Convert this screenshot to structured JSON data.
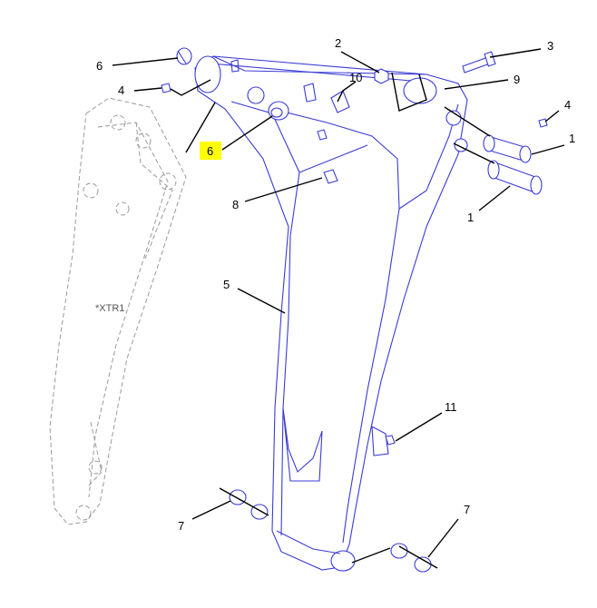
{
  "callouts": {
    "c1a": "1",
    "c1b": "1",
    "c2": "2",
    "c3": "3",
    "c4a": "4",
    "c4b": "4",
    "c5": "5",
    "c6a": "6",
    "c6b": "6",
    "c7a": "7",
    "c7b": "7",
    "c8": "8",
    "c9": "9",
    "c10": "10",
    "c11": "11"
  },
  "reference_label": "*XTR1",
  "colors": {
    "part_line": "#3b3bd6",
    "ghost_line": "#9a9a9a",
    "highlight": "#ffff00"
  }
}
